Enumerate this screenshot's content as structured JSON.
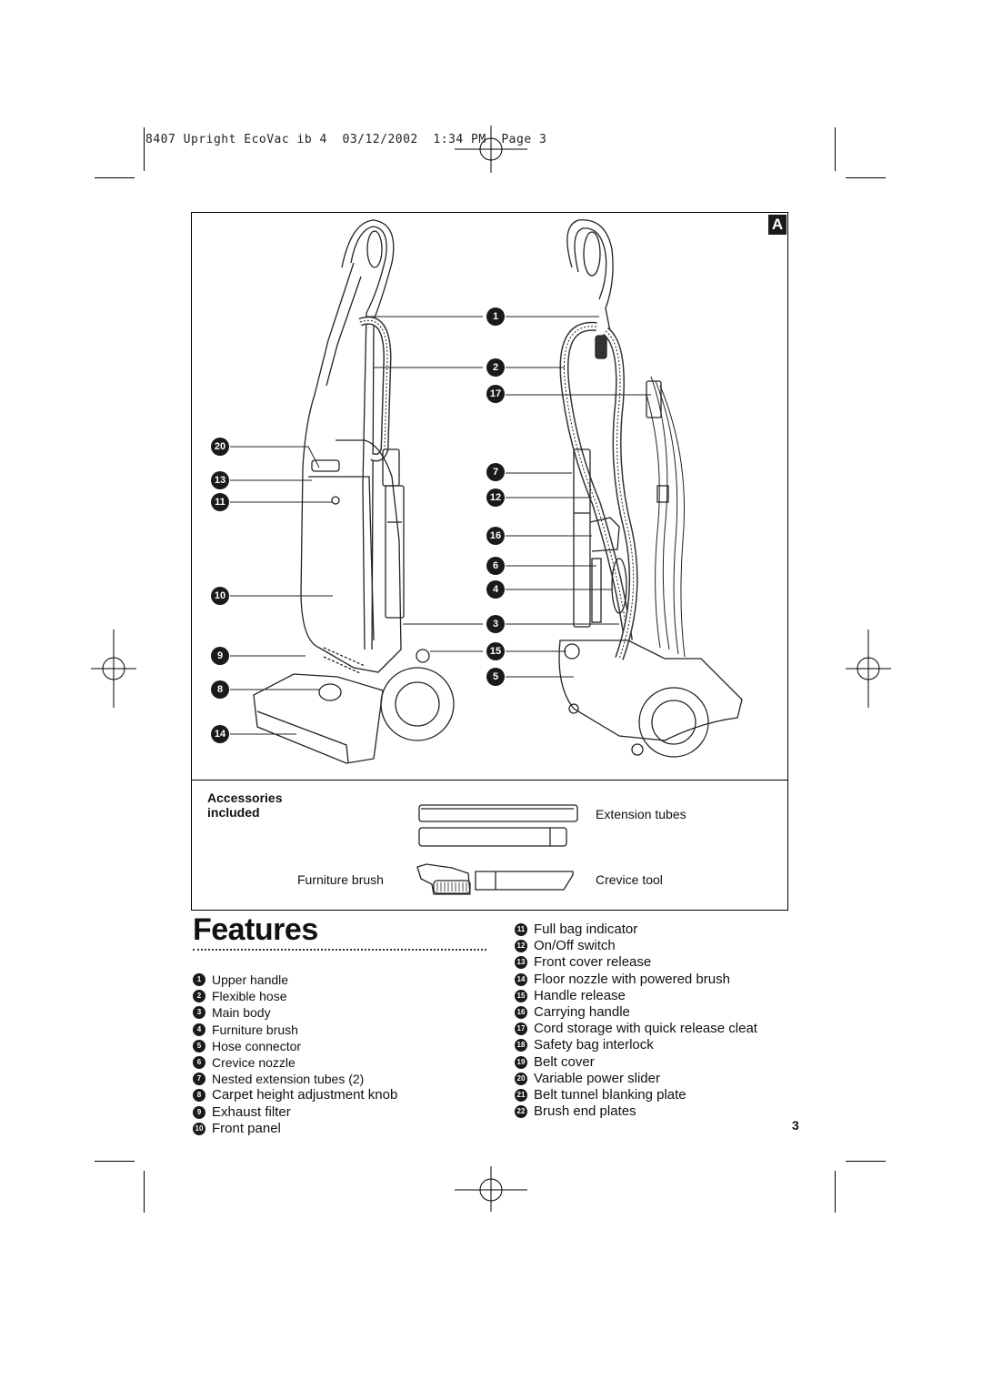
{
  "slug_line": "8407 Upright EcoVac ib 4  03/12/2002  1:34 PM  Page 3",
  "figure": {
    "letter": "A",
    "callouts": [
      "1",
      "2",
      "17",
      "20",
      "13",
      "11",
      "7",
      "12",
      "16",
      "6",
      "10",
      "4",
      "3",
      "9",
      "15",
      "5",
      "8",
      "14"
    ],
    "accessories": {
      "title": "Accessories included",
      "extension_tubes": "Extension tubes",
      "furniture_brush": "Furniture brush",
      "crevice_tool": "Crevice tool"
    }
  },
  "features": {
    "title": "Features",
    "left": [
      {
        "num": "1",
        "label": "Upper handle"
      },
      {
        "num": "2",
        "label": "Flexible hose"
      },
      {
        "num": "3",
        "label": "Main body"
      },
      {
        "num": "4",
        "label": "Furniture brush"
      },
      {
        "num": "5",
        "label": "Hose connector"
      },
      {
        "num": "6",
        "label": "Crevice nozzle"
      },
      {
        "num": "7",
        "label": "Nested extension tubes (2)"
      },
      {
        "num": "8",
        "label": "Carpet height adjustment knob"
      },
      {
        "num": "9",
        "label": "Exhaust filter"
      },
      {
        "num": "10",
        "label": "Front panel"
      }
    ],
    "right": [
      {
        "num": "11",
        "label": "Full bag indicator"
      },
      {
        "num": "12",
        "label": "On/Off switch"
      },
      {
        "num": "13",
        "label": "Front cover release"
      },
      {
        "num": "14",
        "label": "Floor nozzle with powered brush"
      },
      {
        "num": "15",
        "label": "Handle release"
      },
      {
        "num": "16",
        "label": "Carrying handle"
      },
      {
        "num": "17",
        "label": "Cord storage with quick release cleat"
      },
      {
        "num": "18",
        "label": "Safety bag interlock"
      },
      {
        "num": "19",
        "label": "Belt cover"
      },
      {
        "num": "20",
        "label": "Variable power slider"
      },
      {
        "num": "21",
        "label": "Belt tunnel blanking plate"
      },
      {
        "num": "22",
        "label": "Brush end plates"
      }
    ]
  },
  "page_number": "3"
}
